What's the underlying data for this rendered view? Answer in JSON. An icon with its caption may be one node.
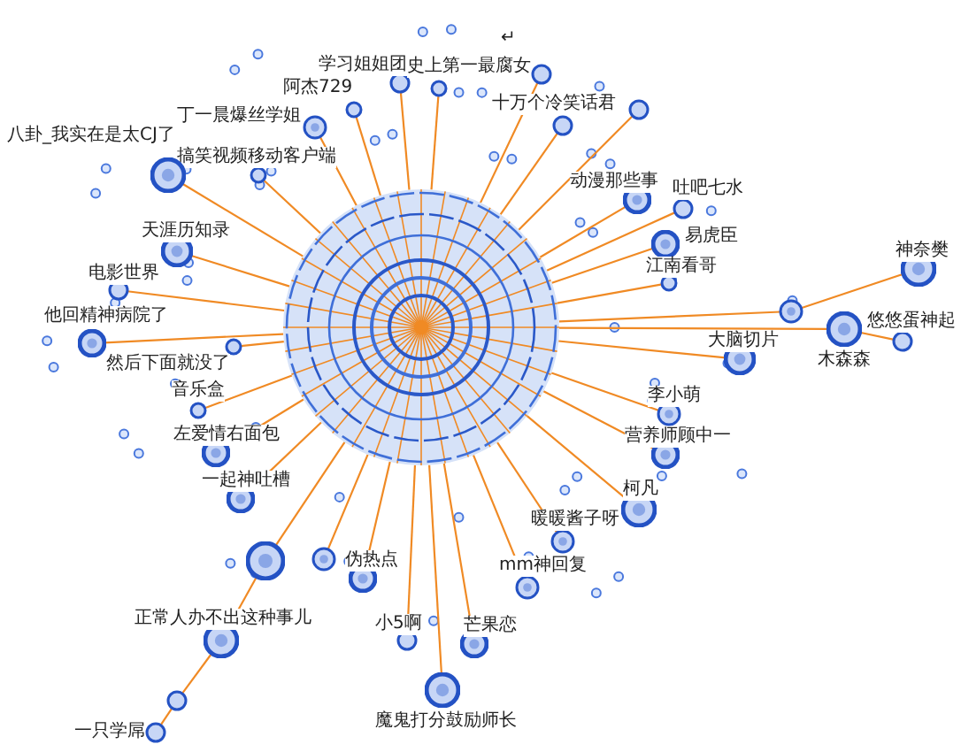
{
  "diagram": {
    "nodes": [
      {
        "text": [],
        "shape": "circle"
      },
      {
        "text": [
          "学习姐姐团"
        ]
      },
      {
        "text": [
          "史上第一最腐女"
        ]
      },
      {
        "text": [
          "阿杰729"
        ]
      },
      {
        "text": [
          "丁一晨爆丝学姐"
        ]
      },
      {
        "text": [
          "搞笑视频移动客户端"
        ]
      },
      {
        "text": [
          "八卦_我实在是太CJ了"
        ]
      },
      {
        "text": [
          "天涯历知录"
        ]
      },
      {
        "text": [
          "电影世界"
        ]
      },
      {
        "text": [
          "他回精神病院了"
        ]
      },
      {
        "text": [
          "然后下面就没了"
        ]
      },
      {
        "text": [
          "音乐盒"
        ]
      },
      {
        "text": [
          "左爱情右面包"
        ]
      },
      {
        "text": [
          "一起神吐槽"
        ]
      },
      {
        "text": [],
        "shape": "circle"
      },
      {
        "text": [],
        "shape": "circle"
      },
      {
        "text": [
          "伪热点"
        ]
      },
      {
        "text": [
          "魔鬼打分鼓励师长"
        ]
      },
      {
        "text": [
          "mm神回复"
        ]
      },
      {
        "text": [
          "暖暖酱子呀"
        ]
      },
      {
        "text": [
          "小5啊"
        ]
      },
      {
        "text": [
          "芒果恋"
        ]
      },
      {
        "text": [
          "正常人办不出这种事儿"
        ]
      },
      {
        "text": [],
        "shape": "circle"
      },
      {
        "text": [
          "一只学屌"
        ]
      },
      {
        "text": [
          "十万个冷笑话君"
        ]
      },
      {
        "text": [],
        "shape": "circle"
      },
      {
        "text": [],
        "shape": "circle"
      },
      {
        "text": [
          "动漫那些事"
        ]
      },
      {
        "text": [
          "吐吧七水"
        ]
      },
      {
        "text": [
          "易虎臣"
        ]
      },
      {
        "text": [
          "江南看哥"
        ]
      },
      {
        "text": [
          "大脑切片"
        ]
      },
      {
        "text": [
          "木森森"
        ]
      },
      {
        "text": [],
        "shape": "circle"
      },
      {
        "text": [
          "神奈樊"
        ]
      },
      {
        "text": [
          "悠悠蛋神起"
        ]
      },
      {
        "text": [
          "李小萌"
        ]
      },
      {
        "text": [
          "营养师顾中一"
        ]
      },
      {
        "text": [
          "柯凡"
        ]
      }
    ],
    "edges": [
      {
        "from": 0,
        "to": 1,
        "arrow": "none"
      },
      {
        "from": 0,
        "to": 2,
        "arrow": "none"
      },
      {
        "from": 0,
        "to": 3,
        "arrow": "none"
      },
      {
        "from": 0,
        "to": 4,
        "arrow": "none"
      },
      {
        "from": 0,
        "to": 5,
        "arrow": "none"
      },
      {
        "from": 0,
        "to": 6,
        "arrow": "none"
      },
      {
        "from": 0,
        "to": 7,
        "arrow": "none"
      },
      {
        "from": 0,
        "to": 8,
        "arrow": "none"
      },
      {
        "from": 0,
        "to": 9,
        "arrow": "none"
      },
      {
        "from": 0,
        "to": 10,
        "arrow": "none"
      },
      {
        "from": 0,
        "to": 11,
        "arrow": "none"
      },
      {
        "from": 0,
        "to": 12,
        "arrow": "none"
      },
      {
        "from": 0,
        "to": 13,
        "arrow": "none"
      },
      {
        "from": 0,
        "to": 14,
        "arrow": "none"
      },
      {
        "from": 0,
        "to": 15,
        "arrow": "none"
      },
      {
        "from": 0,
        "to": 16,
        "arrow": "none"
      },
      {
        "from": 0,
        "to": 17,
        "arrow": "none"
      },
      {
        "from": 0,
        "to": 18,
        "arrow": "none"
      },
      {
        "from": 0,
        "to": 19,
        "arrow": "none"
      },
      {
        "from": 0,
        "to": 20,
        "arrow": "none"
      },
      {
        "from": 0,
        "to": 21,
        "arrow": "none"
      },
      {
        "from": 14,
        "to": 22,
        "arrow": "none"
      },
      {
        "from": 22,
        "to": 23,
        "arrow": "none"
      },
      {
        "from": 23,
        "to": 24,
        "arrow": "none"
      },
      {
        "from": 0,
        "to": 25,
        "arrow": "none"
      },
      {
        "from": 0,
        "to": 26,
        "arrow": "none"
      },
      {
        "from": 0,
        "to": 27,
        "arrow": "none"
      },
      {
        "from": 0,
        "to": 28,
        "arrow": "none"
      },
      {
        "from": 0,
        "to": 29,
        "arrow": "none"
      },
      {
        "from": 0,
        "to": 30,
        "arrow": "none"
      },
      {
        "from": 0,
        "to": 31,
        "arrow": "none"
      },
      {
        "from": 0,
        "to": 32,
        "arrow": "none"
      },
      {
        "from": 0,
        "to": 33,
        "arrow": "none"
      },
      {
        "from": 33,
        "to": 36,
        "arrow": "none"
      },
      {
        "from": 0,
        "to": 34,
        "arrow": "none"
      },
      {
        "from": 34,
        "to": 35,
        "arrow": "none"
      },
      {
        "from": 0,
        "to": 37,
        "arrow": "none"
      },
      {
        "from": 0,
        "to": 38,
        "arrow": "none"
      },
      {
        "from": 0,
        "to": 39,
        "arrow": "none"
      }
    ],
    "labels": [
      "↵"
    ]
  }
}
